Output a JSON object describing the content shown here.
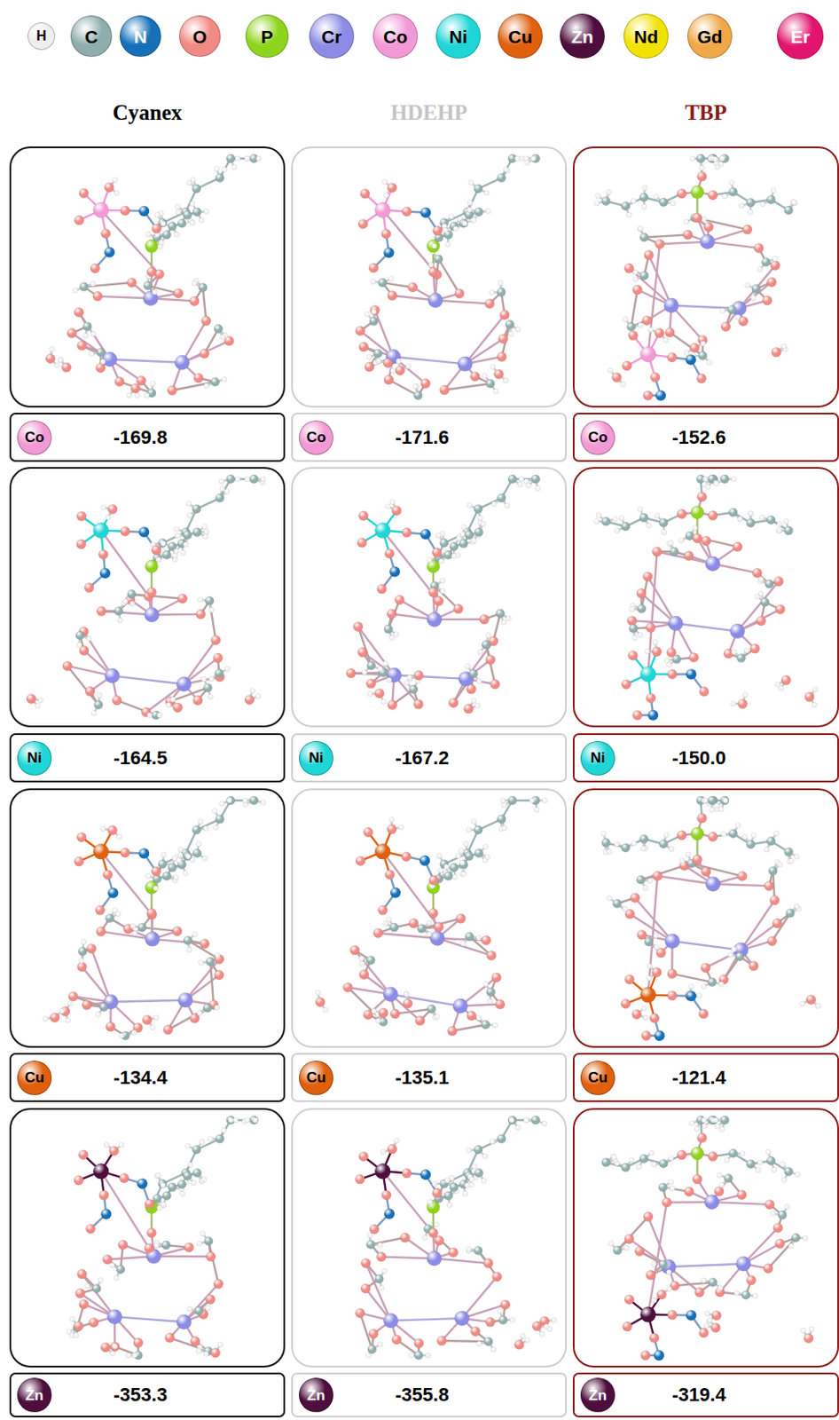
{
  "diagram": {
    "nodes": [
      {
        "text": [
          "-169.8"
        ]
      },
      {
        "text": [
          "Co"
        ],
        "in": 0
      },
      {
        "text": [
          "-171.6"
        ]
      },
      {
        "text": [
          "Co"
        ],
        "in": 2
      },
      {
        "text": [
          "-152.6"
        ]
      },
      {
        "text": [
          "Co"
        ],
        "in": 4
      },
      {
        "text": [
          "-164.5"
        ]
      },
      {
        "text": [
          "Ni"
        ],
        "in": 6
      },
      {
        "text": [
          "-167.2"
        ]
      },
      {
        "text": [
          "Ni"
        ],
        "in": 8
      },
      {
        "text": [
          "-150.0"
        ]
      },
      {
        "text": [
          "Ni"
        ],
        "in": 10
      },
      {
        "text": [
          "-134.4"
        ]
      },
      {
        "text": [
          "Cu"
        ],
        "in": 12
      },
      {
        "text": [
          "-135.1"
        ]
      },
      {
        "text": [
          "Cu"
        ],
        "in": 14
      },
      {
        "text": [
          "-121.4"
        ]
      },
      {
        "text": [
          "Cu"
        ],
        "in": 16
      },
      {
        "text": [
          "-353.3"
        ]
      },
      {
        "text": [
          "Zn"
        ],
        "in": 18
      },
      {
        "text": [
          "-355.8"
        ]
      },
      {
        "text": [
          "Zn"
        ],
        "in": 20
      },
      {
        "text": [
          "-319.4"
        ]
      },
      {
        "text": [
          "Zn"
        ],
        "in": 22
      }
    ],
    "labels": [
      "Cyanex",
      "HDEHP",
      "TBP"
    ],
    "legend": [
      {
        "text": "H",
        "color": "#eeeeee"
      },
      {
        "text": "C",
        "color": "#8fadad"
      },
      {
        "text": "N",
        "color": "#1570b8"
      },
      {
        "text": "O",
        "color": "#f28a84"
      },
      {
        "text": "P",
        "color": "#8fd41c"
      },
      {
        "text": "Cr",
        "color": "#8c8ce6"
      },
      {
        "text": "Co",
        "color": "#f29ad6"
      },
      {
        "text": "Ni",
        "color": "#1fd6d6"
      },
      {
        "text": "Cu",
        "color": "#e0600e"
      },
      {
        "text": "Zn",
        "color": "#4d0d3d"
      },
      {
        "text": "Nd",
        "color": "#f2e200"
      },
      {
        "text": "Gd",
        "color": "#f0a848"
      },
      {
        "text": "Er",
        "color": "#e3146e"
      }
    ]
  }
}
